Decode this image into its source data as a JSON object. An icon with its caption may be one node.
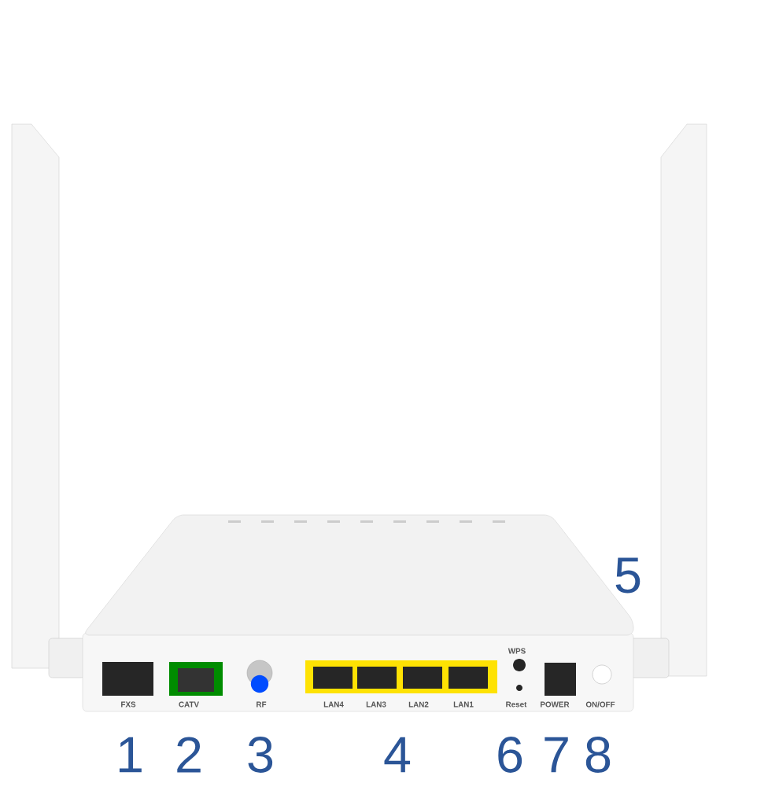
{
  "diagram": {
    "labels": [
      "5",
      "WPS",
      "FXS",
      "CATV",
      "RF",
      "LAN4",
      "LAN3",
      "LAN2",
      "LAN1",
      "Reset",
      "POWER",
      "ON/OFF",
      "1",
      "2",
      "3",
      "4",
      "6",
      "7",
      "8"
    ]
  }
}
